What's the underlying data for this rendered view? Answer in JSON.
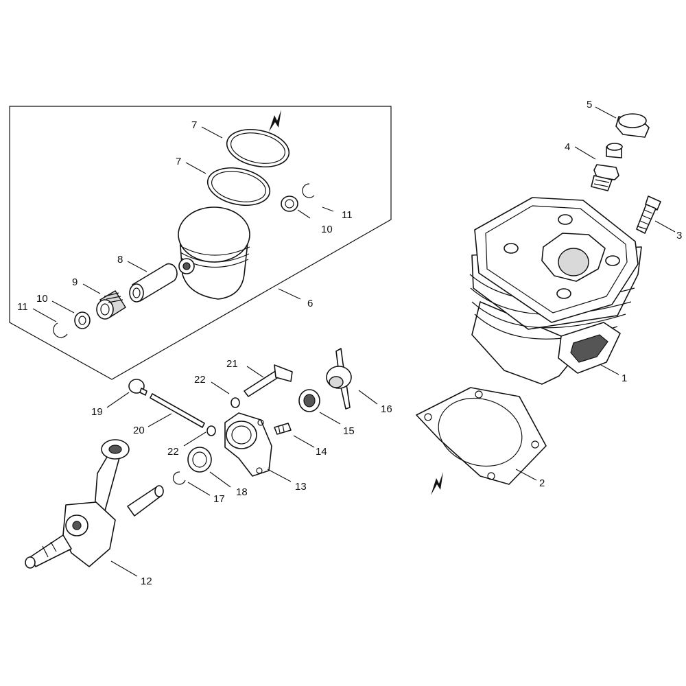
{
  "diagram": {
    "labels": {
      "l1": "1",
      "l2": "2",
      "l3": "3",
      "l4": "4",
      "l5": "5",
      "l6": "6",
      "l7a": "7",
      "l7b": "7",
      "l8": "8",
      "l9": "9",
      "l10a": "10",
      "l10b": "10",
      "l11a": "11",
      "l11b": "11",
      "l12": "12",
      "l13": "13",
      "l14": "14",
      "l15": "15",
      "l16": "16",
      "l17": "17",
      "l18": "18",
      "l19": "19",
      "l20": "20",
      "l21": "21",
      "l22a": "22",
      "l22b": "22"
    }
  }
}
